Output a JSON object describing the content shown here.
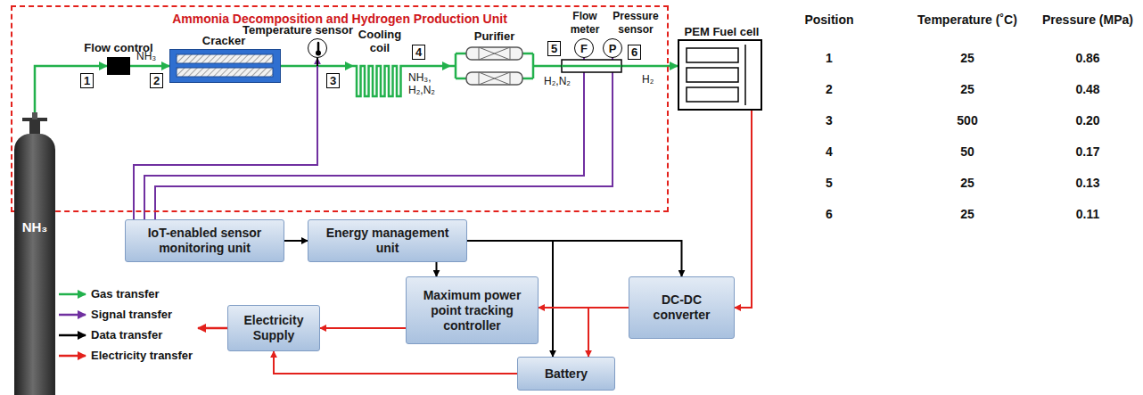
{
  "diagram": {
    "nodes": [
      {
        "text": [
          "Ammonia Decomposition and Hydrogen Production Unit"
        ]
      },
      {
        "text": [
          "NH₃"
        ]
      },
      {
        "text": [
          "Flow control"
        ],
        "in": 0
      },
      {
        "text": [
          "Cracker"
        ],
        "in": 0
      },
      {
        "text": [
          "Temperature sensor"
        ],
        "in": 0
      },
      {
        "text": [
          "Cooling coil"
        ],
        "in": 0
      },
      {
        "text": [
          "Purifier"
        ],
        "in": 0
      },
      {
        "text": [
          "Flow meter",
          "F"
        ],
        "in": 0
      },
      {
        "text": [
          "Pressure sensor",
          "P"
        ],
        "in": 0
      },
      {
        "text": [
          "PEM Fuel cell"
        ]
      },
      {
        "text": [
          "IoT-enabled sensor monitoring unit"
        ]
      },
      {
        "text": [
          "Energy management unit"
        ]
      },
      {
        "text": [
          "Maximum power point tracking controller"
        ]
      },
      {
        "text": [
          "DC-DC converter"
        ]
      },
      {
        "text": [
          "Electricity Supply"
        ]
      },
      {
        "text": [
          "Battery"
        ]
      }
    ],
    "edges": [
      {
        "from": 1,
        "to": 2,
        "arrow": "to"
      },
      {
        "from": 2,
        "to": 3,
        "arrow": "to"
      },
      {
        "from": 3,
        "to": 5,
        "arrow": "to"
      },
      {
        "from": 5,
        "to": 6,
        "arrow": "to"
      },
      {
        "from": 6,
        "to": 9,
        "arrow": "to"
      },
      {
        "from": 10,
        "to": 4,
        "arrow": "to"
      },
      {
        "from": 10,
        "to": 7,
        "arrow": "to"
      },
      {
        "from": 10,
        "to": 8,
        "arrow": "to"
      },
      {
        "from": 10,
        "to": 11,
        "arrow": "to"
      },
      {
        "from": 11,
        "to": 12,
        "arrow": "to"
      },
      {
        "from": 11,
        "to": 15,
        "arrow": "to"
      },
      {
        "from": 11,
        "to": 13,
        "arrow": "to"
      },
      {
        "from": 9,
        "to": 13,
        "arrow": "to"
      },
      {
        "from": 13,
        "to": 12,
        "arrow": "to"
      },
      {
        "from": 13,
        "to": 15,
        "arrow": "to"
      },
      {
        "from": 12,
        "to": 14,
        "arrow": "to"
      },
      {
        "from": 15,
        "to": 14,
        "arrow": "to"
      }
    ],
    "labels": [
      "NH₃",
      "1",
      "2",
      "3",
      "4",
      "5",
      "6",
      "NH₃, H₂,N₂",
      "H₂,N₂",
      "H₂",
      "Position",
      "Temperature (˚C)",
      "Pressure (MPa)",
      "1",
      "25",
      "0.86",
      "2",
      "25",
      "0.48",
      "3",
      "500",
      "0.20",
      "4",
      "50",
      "0.17",
      "5",
      "25",
      "0.13",
      "6",
      "25",
      "0.11"
    ],
    "legend": [
      {
        "text": "Gas transfer"
      },
      {
        "text": "Signal transfer"
      },
      {
        "text": "Data transfer"
      },
      {
        "text": "Electricity transfer"
      }
    ]
  }
}
